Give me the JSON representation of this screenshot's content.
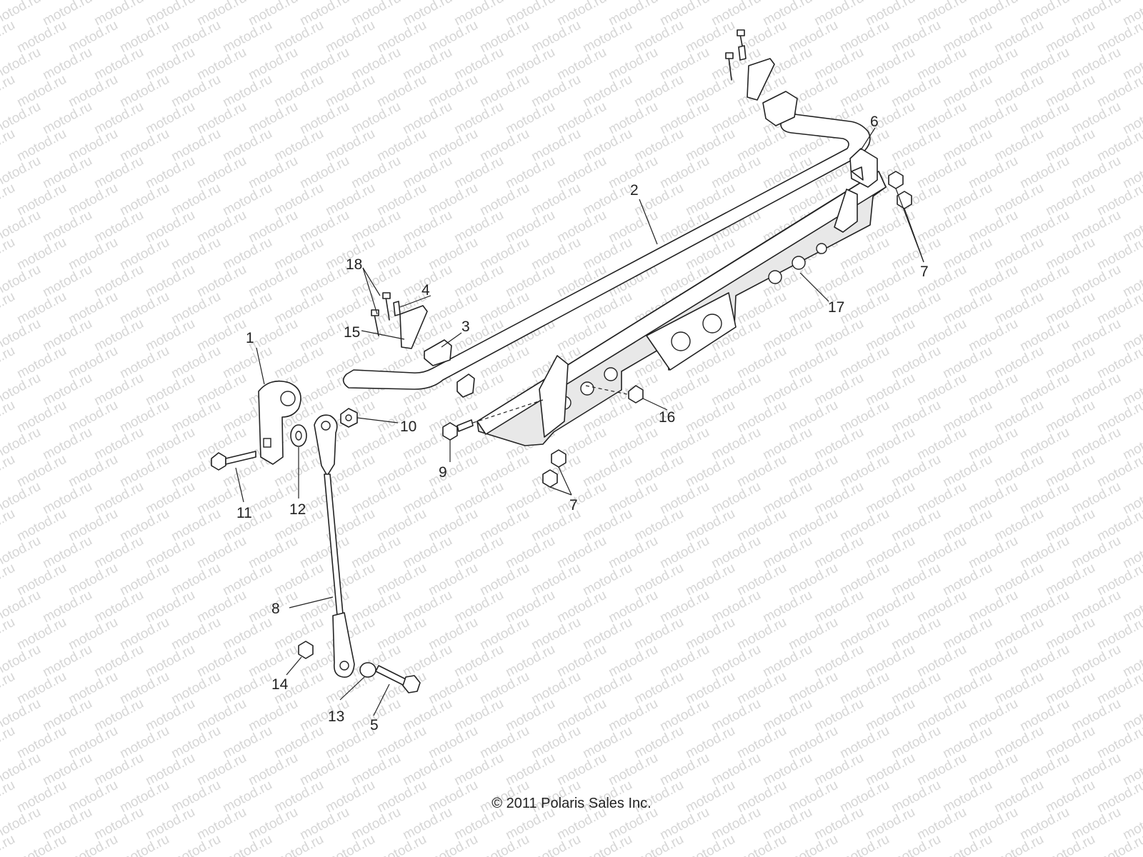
{
  "watermark": "motod.ru",
  "copyright": "© 2011 Polaris Sales Inc.",
  "callouts": [
    "1",
    "2",
    "3",
    "4",
    "5",
    "6",
    "7",
    "7",
    "8",
    "9",
    "10",
    "11",
    "12",
    "13",
    "14",
    "15",
    "16",
    "17",
    "18"
  ],
  "colors": {
    "line": "#222222",
    "watermark": "#d6d6d6",
    "background": "#ffffff"
  }
}
